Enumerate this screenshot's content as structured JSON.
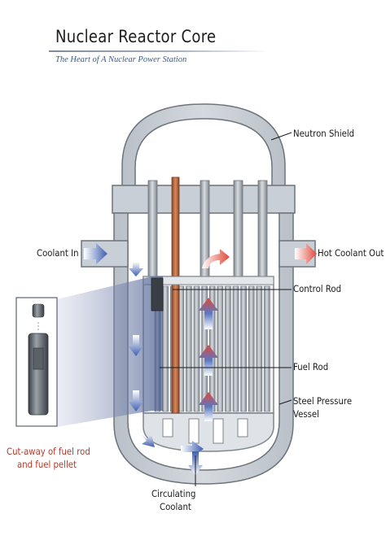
{
  "title": "Nuclear Reactor Core",
  "subtitle": "The Heart of A Nuclear Power Station",
  "labels": {
    "neutron_shield": "Neutron Shield",
    "coolant_in": "Coolant In",
    "hot_coolant_out": "Hot Coolant Out",
    "control_rod": "Control Rod",
    "fuel_rod": "Fuel Rod",
    "steel_pressure_vessel_line1": "Steel Pressure",
    "steel_pressure_vessel_line2": "Vessel",
    "cutaway_line1": "Cut-away of fuel rod",
    "cutaway_line2": "and fuel pellet",
    "circulating_line1": "Circulating",
    "circulating_line2": "Coolant"
  },
  "colors": {
    "vessel_fill": "#c9cfd6",
    "vessel_stroke": "#6d747c",
    "rod_gray": "#9aa1a8",
    "control_rod": "#b8643a",
    "arrow_blue": "#3d5fb0",
    "arrow_red": "#e0483a",
    "label_red": "#b23a2a",
    "subtitle_blue": "#3a5a8c"
  },
  "icons": [
    "coolant-in-arrow-icon",
    "hot-coolant-out-arrow-icon",
    "flow-up-arrow-icon",
    "flow-down-arrow-icon"
  ]
}
